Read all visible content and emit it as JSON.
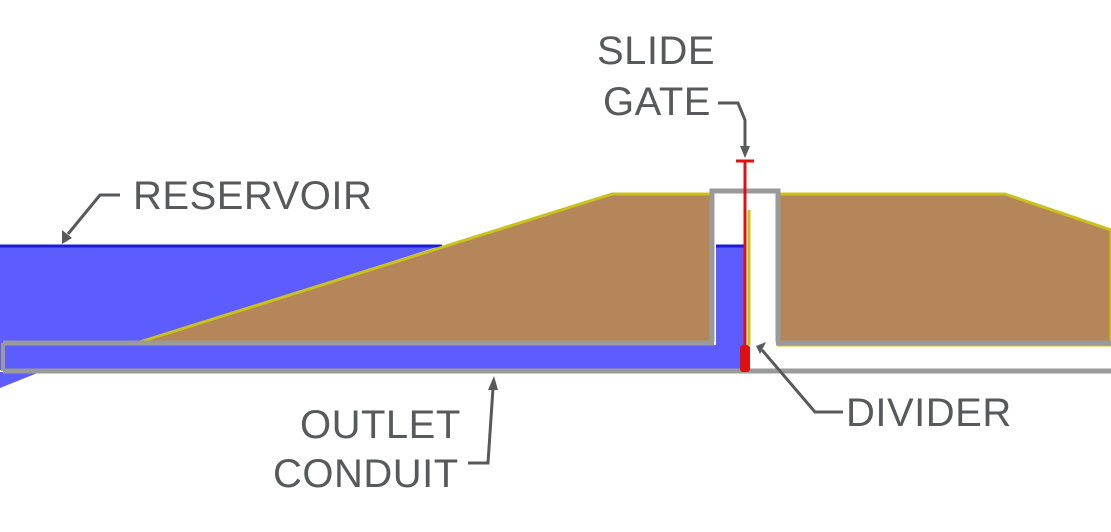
{
  "labels": {
    "slide_gate_line1": "SLIDE",
    "slide_gate_line2": "GATE",
    "reservoir": "RESERVOIR",
    "outlet_conduit_line1": "OUTLET",
    "outlet_conduit_line2": "CONDUIT",
    "divider": "DIVIDER"
  },
  "colors": {
    "water": "#5c5cff",
    "water_surface": "#1a1adc",
    "embankment": "#b5865a",
    "embankment_edge": "#c9c21a",
    "structure": "#9a9a9a",
    "gate": "#e01010",
    "leader": "#58595b"
  }
}
